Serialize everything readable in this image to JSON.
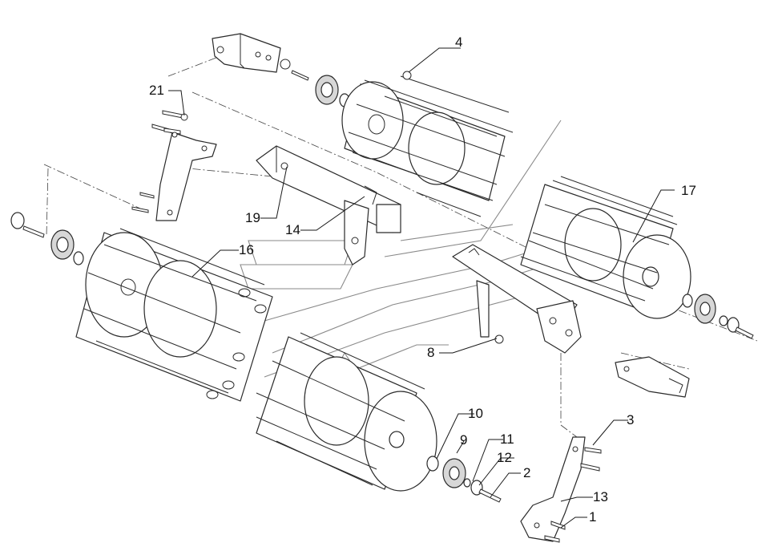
{
  "callouts": [
    {
      "id": "c1",
      "label": "1"
    },
    {
      "id": "c2",
      "label": "2"
    },
    {
      "id": "c3",
      "label": "3"
    },
    {
      "id": "c4",
      "label": "4"
    },
    {
      "id": "c8",
      "label": "8"
    },
    {
      "id": "c9",
      "label": "9"
    },
    {
      "id": "c10",
      "label": "10"
    },
    {
      "id": "c11",
      "label": "11"
    },
    {
      "id": "c12",
      "label": "12"
    },
    {
      "id": "c13",
      "label": "13"
    },
    {
      "id": "c14",
      "label": "14"
    },
    {
      "id": "c16",
      "label": "16"
    },
    {
      "id": "c17",
      "label": "17"
    },
    {
      "id": "c19",
      "label": "19"
    },
    {
      "id": "c21",
      "label": "21"
    }
  ]
}
